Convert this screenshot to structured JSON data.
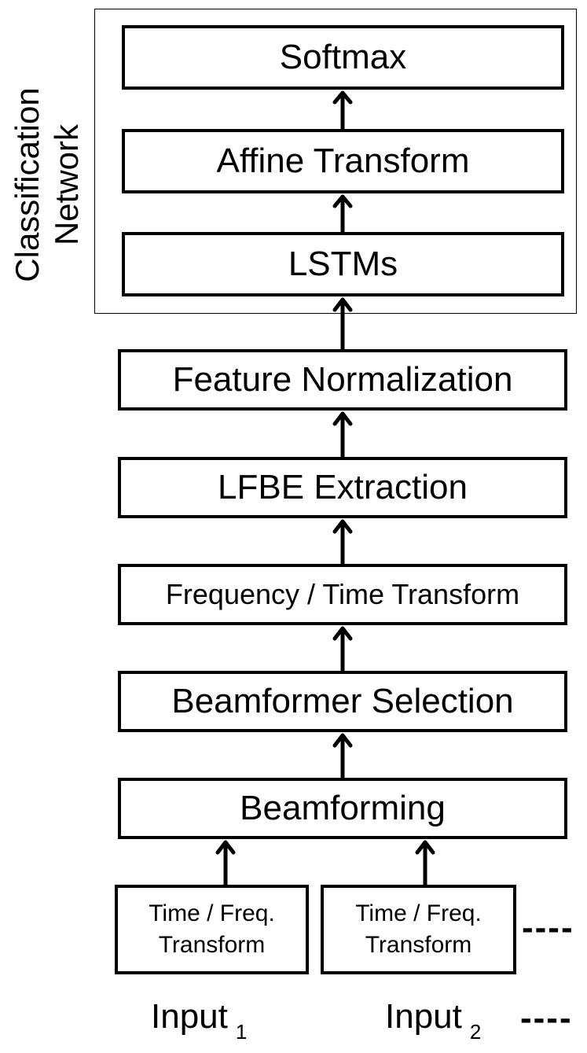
{
  "side_label": {
    "line1": "Classification",
    "line2": "Network"
  },
  "blocks": {
    "softmax": "Softmax",
    "affine": "Affine Transform",
    "lstms": "LSTMs",
    "feature_norm": "Feature Normalization",
    "lfbe": "LFBE Extraction",
    "freq_time": "Frequency / Time Transform",
    "beam_select": "Beamformer Selection",
    "beamforming": "Beamforming"
  },
  "inputs": [
    {
      "line1": "Time / Freq.",
      "line2": "Transform",
      "label": "Input",
      "sub": "1"
    },
    {
      "line1": "Time / Freq.",
      "line2": "Transform",
      "label": "Input",
      "sub": "2"
    }
  ],
  "continuation": "----"
}
